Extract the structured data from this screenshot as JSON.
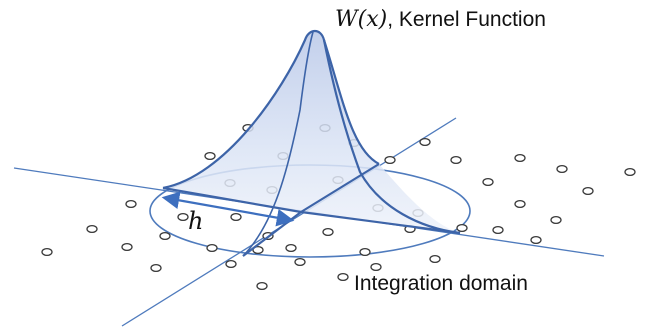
{
  "title": {
    "math": "W(x)",
    "text": ", Kernel Function"
  },
  "h_label": "h",
  "domain_label": "Integration domain",
  "colors": {
    "axis": "#4f7bbd",
    "kernel_stroke": "#3d64a8",
    "kernel_fill": "#dbe4f5",
    "particle_stroke": "#3a3a3a"
  },
  "icons": {
    "radius_arrow": "double-headed-arrow"
  }
}
